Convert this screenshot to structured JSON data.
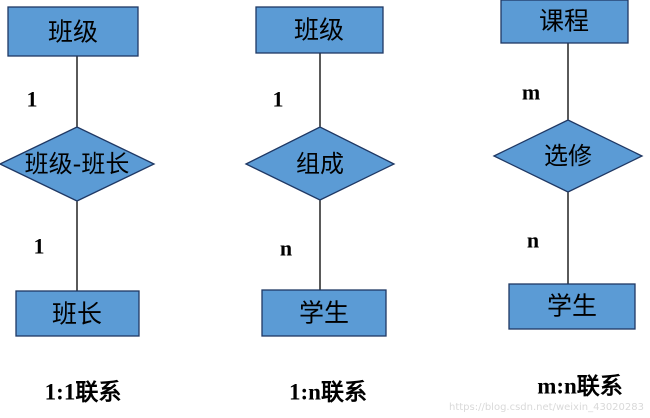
{
  "colors": {
    "entity_fill": "#5b9bd5",
    "relation_fill": "#5b9bd5",
    "stroke": "#1f3864",
    "line": "#000000"
  },
  "diagrams": [
    {
      "top_entity": "班级",
      "relationship": "班级-班长",
      "bottom_entity": "班长",
      "top_card": "1",
      "bottom_card": "1",
      "caption": "1:1联系"
    },
    {
      "top_entity": "班级",
      "relationship": "组成",
      "bottom_entity": "学生",
      "top_card": "1",
      "bottom_card": "n",
      "caption": "1:n联系"
    },
    {
      "top_entity": "课程",
      "relationship": "选修",
      "bottom_entity": "学生",
      "top_card": "m",
      "bottom_card": "n",
      "caption": "m:n联系"
    }
  ],
  "watermark": "https://blog.csdn.net/weixin_43020283"
}
